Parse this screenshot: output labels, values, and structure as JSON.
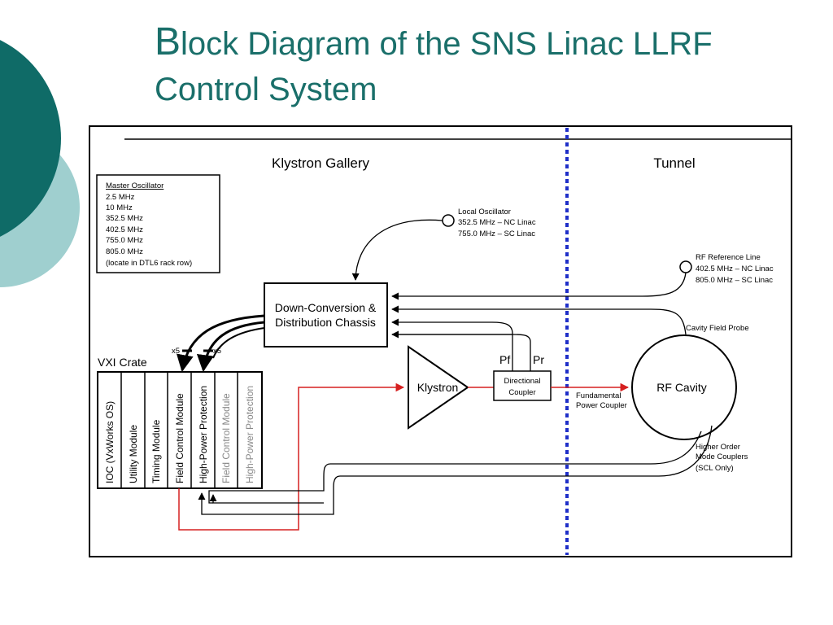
{
  "slide": {
    "title_first_letter": "B",
    "title_line1_rest": "lock Diagram of the SNS Linac LLRF",
    "title_line2": "Control System"
  },
  "colors": {
    "title": "#1a6f6a",
    "deco_dark": "#0f6b67",
    "deco_light": "#9fcfcf",
    "divider": "#1f2fc8",
    "rf_path": "#d62020",
    "dim_module": "#888888"
  },
  "diagram": {
    "klystron_gallery": "Klystron Gallery",
    "tunnel": "Tunnel",
    "master_oscillator": {
      "heading": "Master Oscillator",
      "lines": [
        "2.5 MHz",
        "10  MHz",
        "352.5 MHz",
        "402.5 MHz",
        "755.0 MHz",
        "805.0 MHz",
        "(locate in DTL6 rack row)"
      ]
    },
    "local_oscillator": {
      "lines": [
        "Local Oscillator",
        "352.5 MHz – NC Linac",
        "755.0 MHz – SC Linac"
      ]
    },
    "rf_reference": {
      "lines": [
        "RF Reference Line",
        "402.5 MHz – NC Linac",
        "805.0 MHz – SC Linac"
      ]
    },
    "down_conversion": {
      "lines": [
        "Down-Conversion &",
        "Distribution Chassis"
      ]
    },
    "vxi_crate": "VXI Crate",
    "x5_left": "x5",
    "x5_right": "x5",
    "modules": [
      "IOC (VxWorks OS)",
      "Utility Module",
      "Timing Module",
      "Field Control Module",
      "High-Power Protection",
      "Field Control Module",
      "High-Power Protection"
    ],
    "klystron": "Klystron",
    "pf": "Pf",
    "pr": "Pr",
    "directional_coupler": {
      "lines": [
        "Directional",
        "Coupler"
      ]
    },
    "fundamental_coupler": {
      "lines": [
        "Fundamental",
        "Power Coupler"
      ]
    },
    "rf_cavity": "RF Cavity",
    "cavity_field_probe": "Cavity Field Probe",
    "hom_couplers": {
      "lines": [
        "Higher Order",
        "Mode Couplers",
        "(SCL Only)"
      ]
    }
  }
}
